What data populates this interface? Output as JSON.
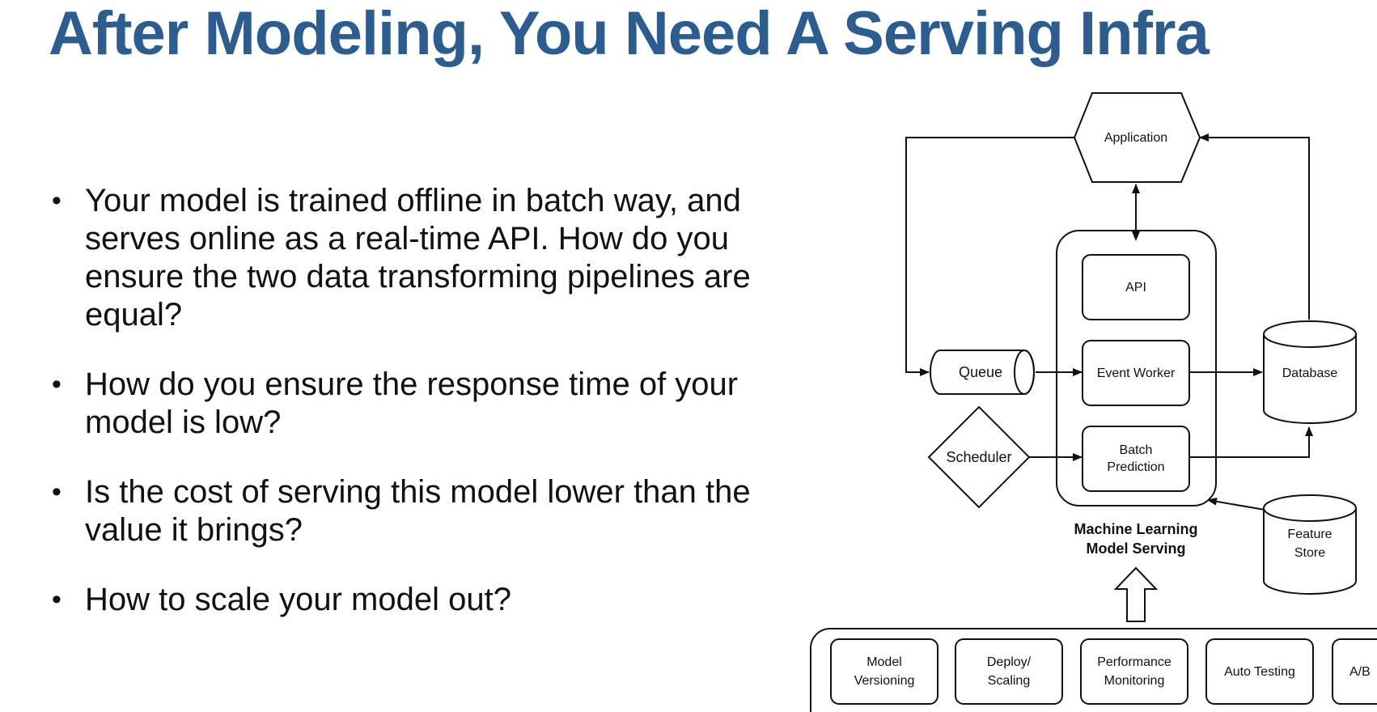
{
  "title": "After Modeling, You Need A Serving Infra",
  "bullets": [
    "Your model is trained offline in batch way, and serves online as a real-time API. How do you ensure the two data transforming pipelines are equal?",
    "How do you ensure the response time of your model is low?",
    "Is the cost of serving this model lower than the value it brings?",
    "How to scale your model out?"
  ],
  "diagram": {
    "application": "Application",
    "api": "API",
    "event_worker": "Event Worker",
    "batch_prediction": [
      "Batch",
      "Prediction"
    ],
    "queue": "Queue",
    "scheduler": "Scheduler",
    "database": "Database",
    "feature_store": [
      "Feature",
      "Store"
    ],
    "serving_label": [
      "Machine Learning",
      "Model Serving"
    ],
    "components": [
      [
        "Model",
        "Versioning"
      ],
      [
        "Deploy/",
        "Scaling"
      ],
      [
        "Performance",
        "Monitoring"
      ],
      [
        "Auto Testing"
      ],
      [
        "A/B"
      ]
    ]
  }
}
